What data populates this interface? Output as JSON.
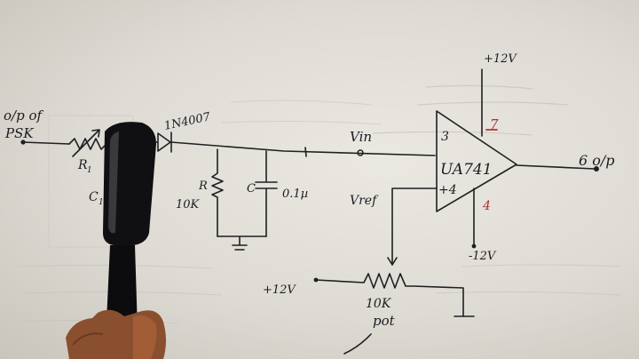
{
  "labels": {
    "input_line1": "o/p of",
    "input_line2": "PSK",
    "r1": "R",
    "r1_sub": "1",
    "c1": "C",
    "c1_sub": "1",
    "diode": "1N4007",
    "r_letter": "R",
    "r_value": "10K",
    "c_letter": "C",
    "c_value": "0.1µ",
    "vin": "Vin",
    "vref": "Vref",
    "opamp": "UA741",
    "pin3": "3",
    "pin4_plus": "+4",
    "pin7": "7",
    "pin4": "4",
    "vpos": "+12V",
    "vneg": "-12V",
    "output": "6 o/p",
    "pot_supply": "+12V",
    "pot_value": "10K",
    "pot_label": "pot"
  },
  "colors": {
    "ink": "#1f1f22",
    "red_ink": "#b5322e",
    "paper": "#e6e3dd"
  }
}
